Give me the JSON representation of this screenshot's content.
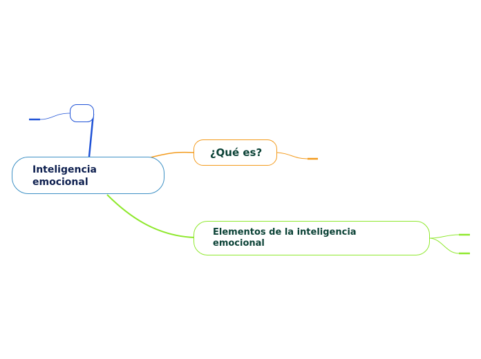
{
  "mindmap": {
    "central": {
      "label": "Inteligencia\nemocional",
      "color": "#3b8fc4"
    },
    "branches": [
      {
        "label": "¿Qué es?",
        "color": "#f39a1b"
      },
      {
        "label": "Elementos de la inteligencia\nemocional",
        "color": "#8ee82c"
      },
      {
        "label": "",
        "color": "#1f52d6"
      }
    ]
  }
}
